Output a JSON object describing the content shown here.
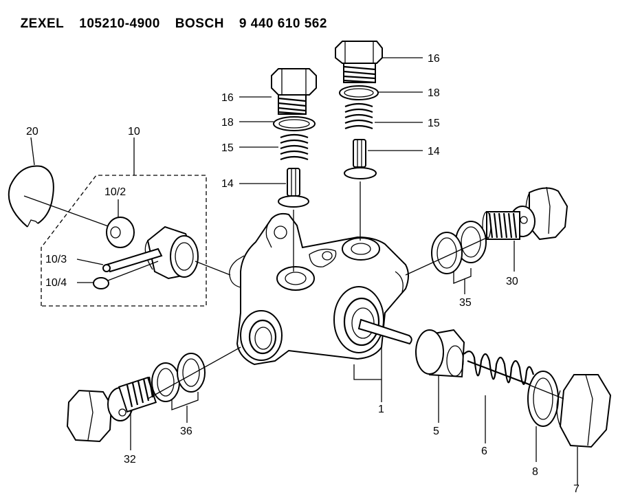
{
  "header": {
    "brand1": "ZEXEL",
    "part1": "105210-4900",
    "brand2": "BOSCH",
    "part2": "9 440 610 562"
  },
  "callouts": {
    "c16a": "16",
    "c18a": "18",
    "c15a": "15",
    "c14a": "14",
    "c16b": "16",
    "c18b": "18",
    "c15b": "15",
    "c14b": "14",
    "c20": "20",
    "c10": "10",
    "c10_2": "10/2",
    "c10_3": "10/3",
    "c10_4": "10/4",
    "c30": "30",
    "c35": "35",
    "c36": "36",
    "c32": "32",
    "c1": "1",
    "c5": "5",
    "c6": "6",
    "c8": "8",
    "c7": "7"
  }
}
